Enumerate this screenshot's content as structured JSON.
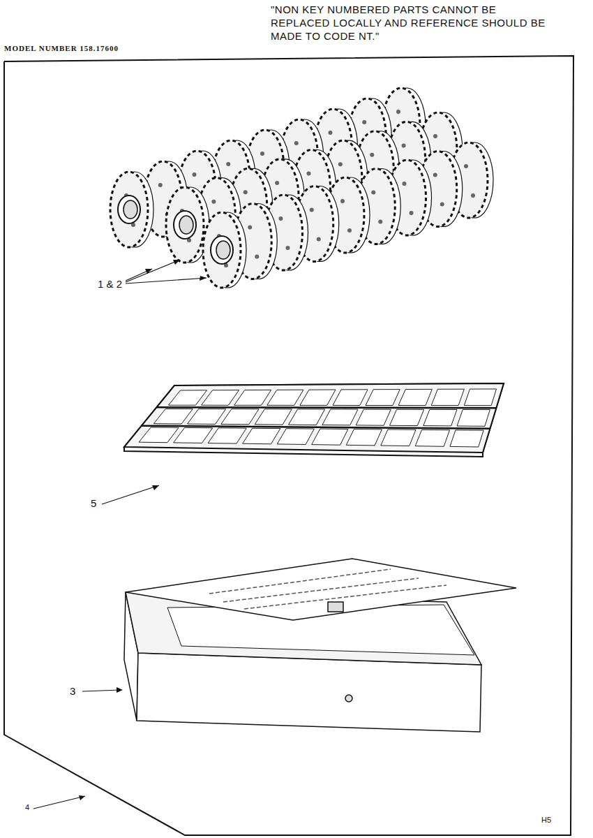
{
  "diagram": {
    "labels": [
      "\"NON KEY NUMBERED PARTS CANNOT BE REPLACED LOCALLY AND REFERENCE SHOULD BE MADE TO CODE NT.\"",
      "MODEL NUMBER 158.17600",
      "1 & 2",
      "5",
      "3",
      "4",
      "H5"
    ]
  }
}
